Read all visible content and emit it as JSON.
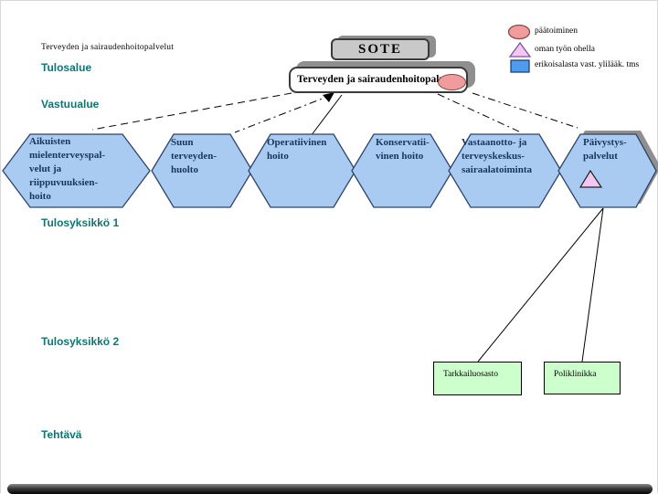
{
  "slide": {
    "area_label": "Terveyden ja sairaudenhoitopalvelut",
    "side_labels": {
      "tulosalue": "Tulosalue",
      "vastuualue": "Vastuualue",
      "tulosyksikko1": "Tulosyksikkö 1",
      "tulosyksikko2": "Tulosyksikkö 2",
      "tehtava": "Tehtävä"
    },
    "sote_label": "SOTE",
    "main_box_label": "Terveyden ja sairaudenhoitopalvelut"
  },
  "legend": {
    "items": [
      {
        "shape": "ellipse",
        "label": "päätoiminen"
      },
      {
        "shape": "triangle",
        "label": "oman työn ohella"
      },
      {
        "shape": "square",
        "label": "erikoisalasta vast. ylilääk. tms"
      }
    ]
  },
  "hexagons": [
    {
      "lines": [
        "Aikuisten",
        "mielenterveyspal-",
        "velut ja",
        "riippuvuuksien-",
        "hoito"
      ]
    },
    {
      "lines": [
        "Suun",
        "terveyden-",
        "huolto"
      ]
    },
    {
      "lines": [
        "Operatiivinen",
        "hoito"
      ]
    },
    {
      "lines": [
        "Konservatii-",
        "vinen hoito"
      ]
    },
    {
      "lines": [
        "Vastaanotto- ja",
        "terveyskeskus-",
        "sairaalatoiminta"
      ]
    },
    {
      "lines": [
        "Päivystys-",
        "palvelut"
      ],
      "marker": "oman työn ohella -triangle"
    }
  ],
  "sub_units": [
    {
      "label": "Tarkkailuosasto"
    },
    {
      "label": "Poliklinikka"
    }
  ],
  "colors": {
    "hex_fill": "#A9CBF2",
    "hex_border": "#2F4468",
    "hex_text": "#17365D",
    "teal_label": "#0F7474",
    "shadow_gray": "#8F8F8F",
    "sote_fill": "#C9C9C9",
    "legend_ellipse_fill": "#F09C9C",
    "legend_ellipse_stroke": "#8A4A4A",
    "legend_triangle_fill": "#F4C7F0",
    "legend_triangle_stroke": "#7C55A8",
    "legend_square_fill": "#4E9BEF",
    "legend_square_stroke": "#24426B",
    "green_box_fill": "#CCFFCC",
    "line_color": "#000000"
  }
}
